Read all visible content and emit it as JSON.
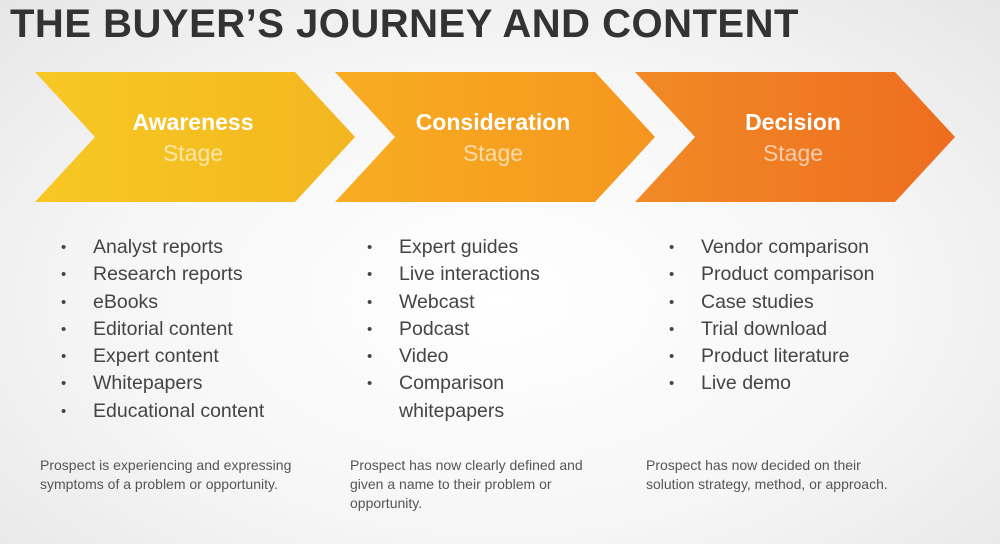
{
  "title": "THE BUYER’S JOURNEY AND CONTENT",
  "colors": {
    "awareness": "#f5bf22",
    "consideration": "#f7a120",
    "decision": "#f07a23"
  },
  "stages": [
    {
      "name": "Awareness",
      "sub": "Stage",
      "items": [
        "Analyst reports",
        "Research reports",
        "eBooks",
        "Editorial content",
        "Expert content",
        "Whitepapers",
        "Educational content"
      ],
      "desc": "Prospect is experiencing and expressing symptoms of a problem or opportunity."
    },
    {
      "name": "Consideration",
      "sub": "Stage",
      "items": [
        "Expert guides",
        "Live interactions",
        "Webcast",
        "Podcast",
        "Video",
        "Comparison whitepapers"
      ],
      "desc": "Prospect has now clearly defined and given a name to their problem or opportunity."
    },
    {
      "name": "Decision",
      "sub": "Stage",
      "items": [
        "Vendor comparison",
        "Product comparison",
        "Case studies",
        "Trial download",
        "Product literature",
        "Live demo"
      ],
      "desc": "Prospect has now decided on their solution strategy, method, or approach."
    }
  ]
}
